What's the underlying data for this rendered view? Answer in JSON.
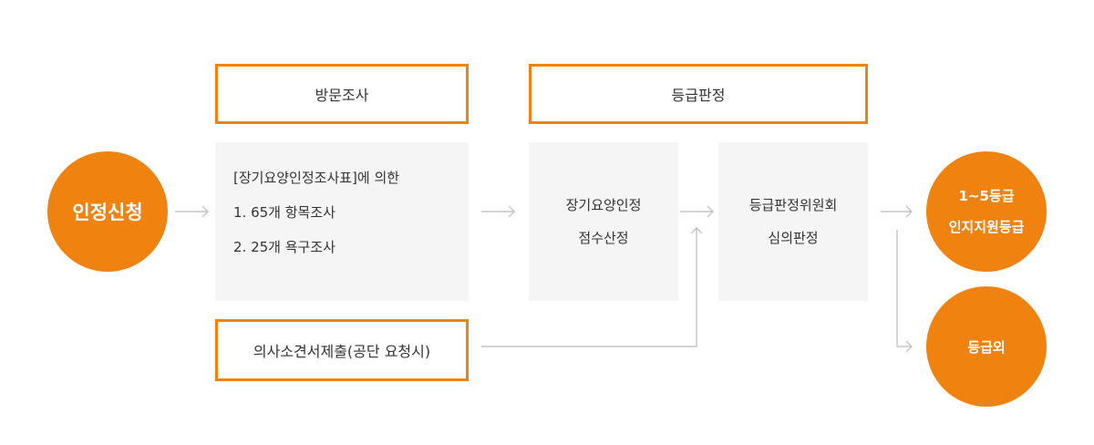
{
  "apply_circle": {
    "label": "인정신청"
  },
  "header_boxes": {
    "visit": "방문조사",
    "grading": "등급판정"
  },
  "survey_box": {
    "lines": [
      "[장기요양인정조사표]에 의한",
      "1. 65개 항목조사",
      "2. 25개 욕구조사"
    ]
  },
  "doctor_box": {
    "label": "의사소견서제출(공단 요청시)"
  },
  "score_box": {
    "lines": [
      "장기요양인정",
      "점수산정"
    ]
  },
  "committee_box": {
    "lines": [
      "등급판정위원회",
      "심의판정"
    ]
  },
  "result_grade": {
    "lines": [
      "1~5등급",
      "인지지원등급"
    ]
  },
  "result_out": {
    "label": "등급외"
  },
  "colors": {
    "accent": "#f0820f",
    "box_gray": "#f5f5f5",
    "arrow": "#bbbbbb"
  }
}
